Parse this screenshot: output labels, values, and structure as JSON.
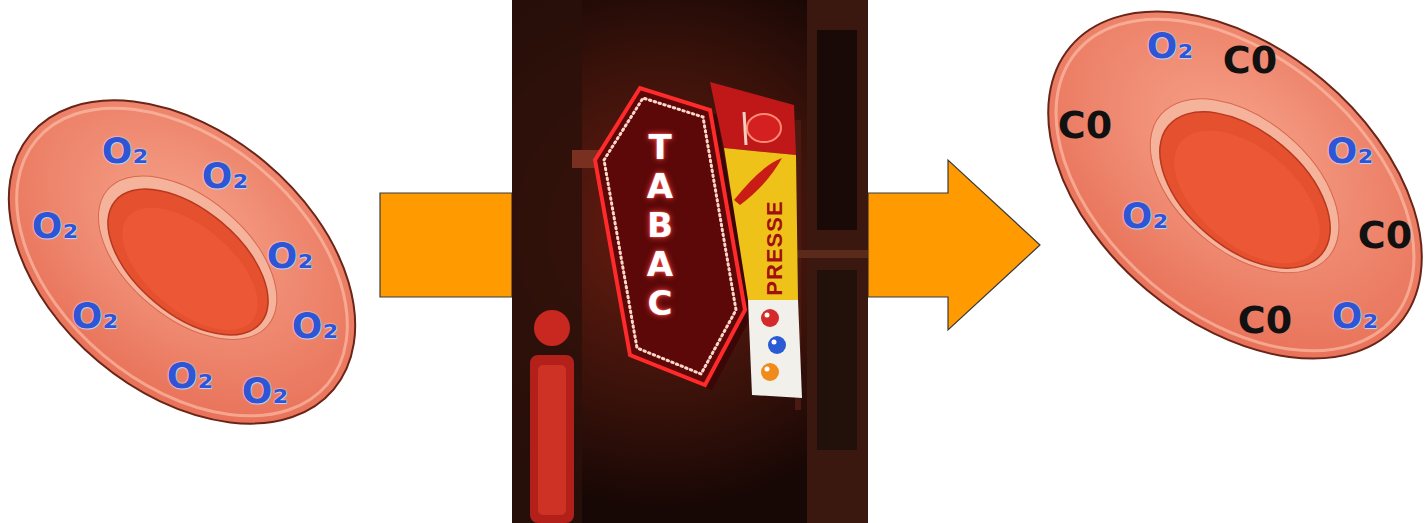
{
  "diagram": {
    "nodes": [
      {
        "text": [
          "O₂",
          "O₂",
          "O₂",
          "O₂",
          "O₂",
          "O₂",
          "O₂",
          "O₂"
        ]
      },
      {
        "text": [
          "TABAC",
          "PRESSE"
        ]
      },
      {
        "text": [
          "O₂",
          "C0",
          "C0",
          "O₂",
          "O₂",
          "C0",
          "C0",
          "O₂"
        ]
      }
    ],
    "edges": [
      {
        "from": 0,
        "to": 1,
        "arrow": "none"
      },
      {
        "from": 1,
        "to": 2,
        "arrow": "to"
      }
    ]
  }
}
